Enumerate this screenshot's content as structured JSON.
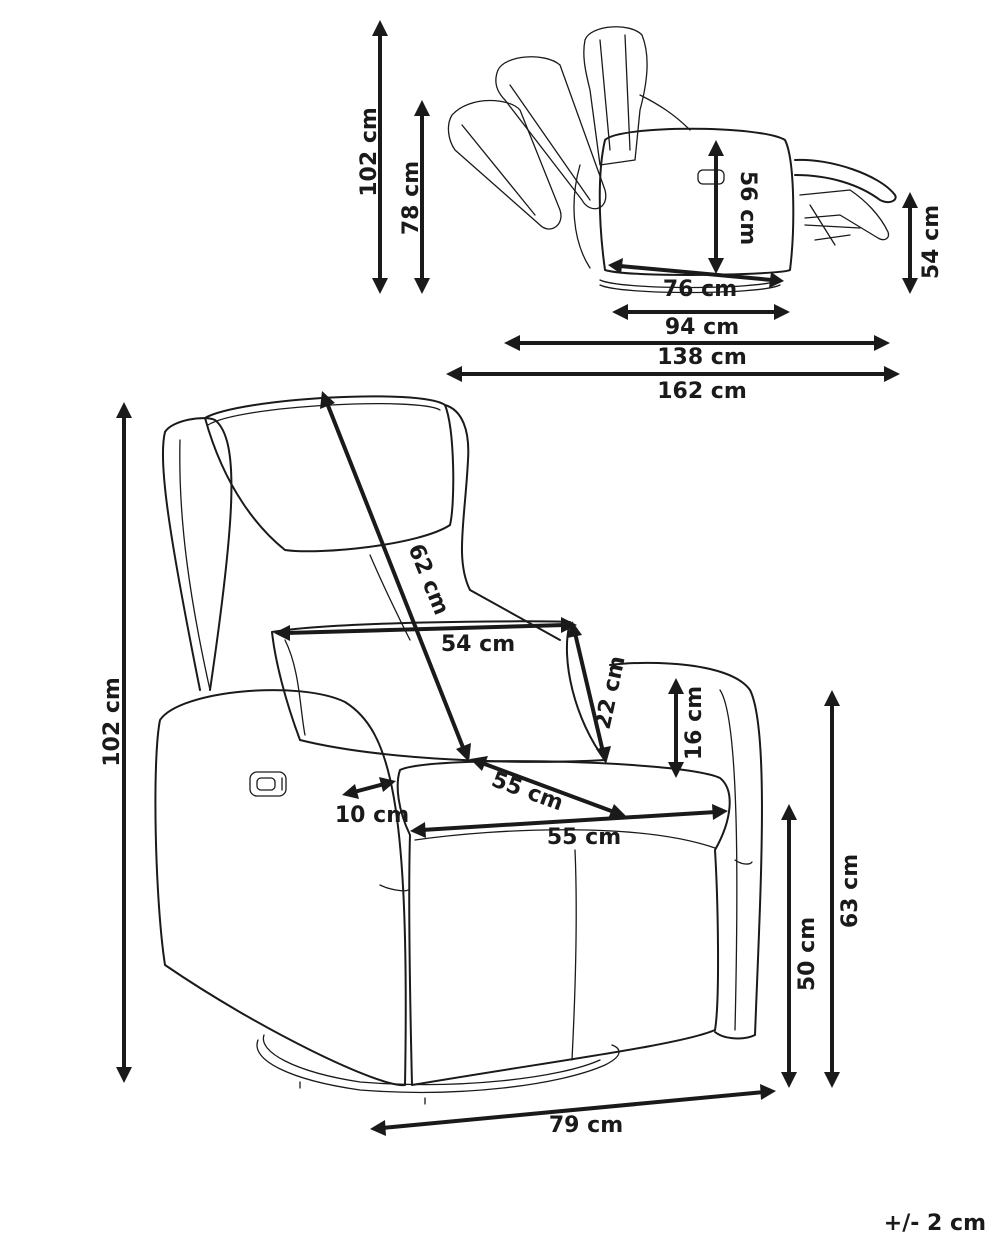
{
  "dimensions": {
    "recline_height": "102 cm",
    "recline_back_height": "78 cm",
    "recline_seat_depth": "56 cm",
    "recline_seat_width": "76 cm",
    "footrest_height": "54 cm",
    "recline_depth_94": "94 cm",
    "recline_depth_138": "138 cm",
    "recline_depth_162": "162 cm",
    "front_height": "102 cm",
    "backrest_length": "62 cm",
    "lumbar_width": "54 cm",
    "lumbar_height": "22 cm",
    "armrest_top": "16 cm",
    "seat_depth": "55 cm",
    "armrest_width": "10 cm",
    "seat_width": "55 cm",
    "seat_height": "50 cm",
    "armrest_height": "63 cm",
    "total_width": "79 cm"
  },
  "tolerance": "+/- 2 cm"
}
